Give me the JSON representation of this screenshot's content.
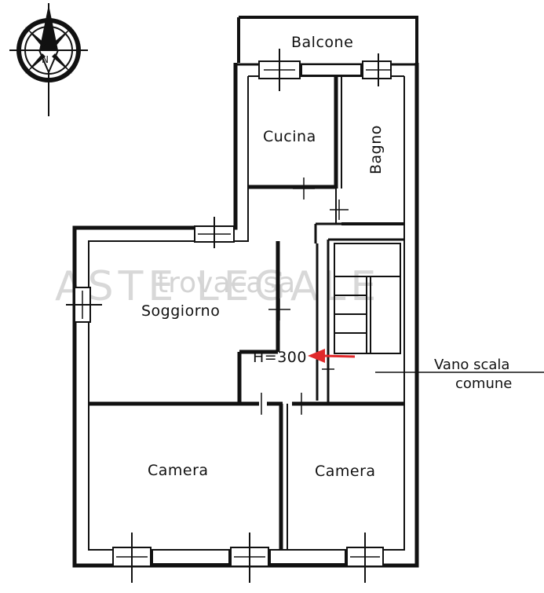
{
  "rooms": {
    "balcone": "Balcone",
    "cucina": "Cucina",
    "bagno": "Bagno",
    "soggiorno": "Soggiorno",
    "camera_left": "Camera",
    "camera_right": "Camera"
  },
  "height_label": "H=300",
  "stair": {
    "line1": "Vano scala",
    "line2": "comune"
  },
  "compass": {
    "north_letter": "N"
  },
  "watermark": {
    "brand": "trovacasa",
    "text": "ASTE LEGALE"
  },
  "colors": {
    "wall": "#111111",
    "arrow": "#e0282a",
    "watermark": "#d8d8d8"
  }
}
